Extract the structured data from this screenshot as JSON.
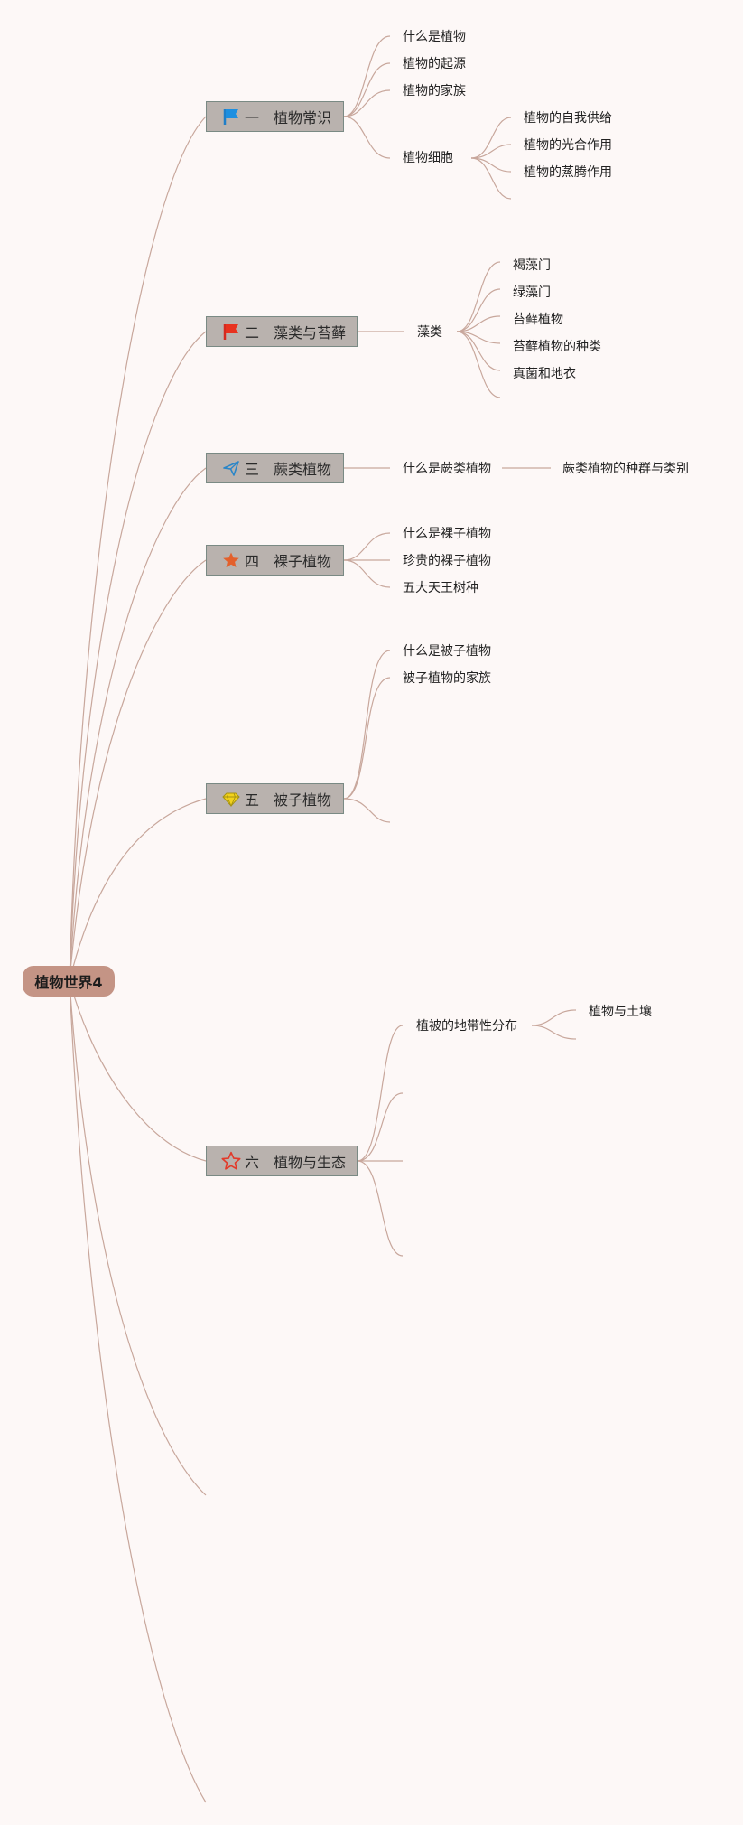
{
  "root": "植物世界4",
  "branches": [
    {
      "num": "一",
      "title": "植物常识",
      "icon": "blue-flag-icon",
      "children": [
        "什么是植物",
        "植物的起源",
        "植物的家族",
        "植物细胞"
      ],
      "grandchildren": [
        "植物的自我供给",
        "植物的光合作用",
        "植物的蒸腾作用"
      ]
    },
    {
      "num": "二",
      "title": "藻类与苔藓",
      "icon": "red-flag-icon",
      "children": [
        "藻类"
      ],
      "grandchildren": [
        "褐藻门",
        "绿藻门",
        "苔藓植物",
        "苔藓植物的种类",
        "真菌和地衣"
      ]
    },
    {
      "num": "三",
      "title": "蕨类植物",
      "icon": "paper-plane-icon",
      "children": [
        "什么是蕨类植物"
      ],
      "grandchildren": [
        "蕨类植物的种群与类别"
      ]
    },
    {
      "num": "四",
      "title": "裸子植物",
      "icon": "orange-star-icon",
      "children": [
        "什么是裸子植物",
        "珍贵的裸子植物",
        "五大天王树种"
      ]
    },
    {
      "num": "五",
      "title": "被子植物",
      "icon": "yellow-diamond-icon",
      "children": [
        "什么是被子植物",
        "被子植物的家族"
      ]
    },
    {
      "num": "六",
      "title": "植物与生态",
      "icon": "red-star-outline-icon",
      "children": [
        "植被的地带性分布"
      ],
      "grandchildren": [
        "植物与土壤"
      ]
    }
  ],
  "colors": {
    "background": "#fdf8f7",
    "root_fill": "#c49485",
    "branch_fill": "#b9b2ae",
    "branch_border": "#7a8a84",
    "connector": "#c8a79c"
  }
}
